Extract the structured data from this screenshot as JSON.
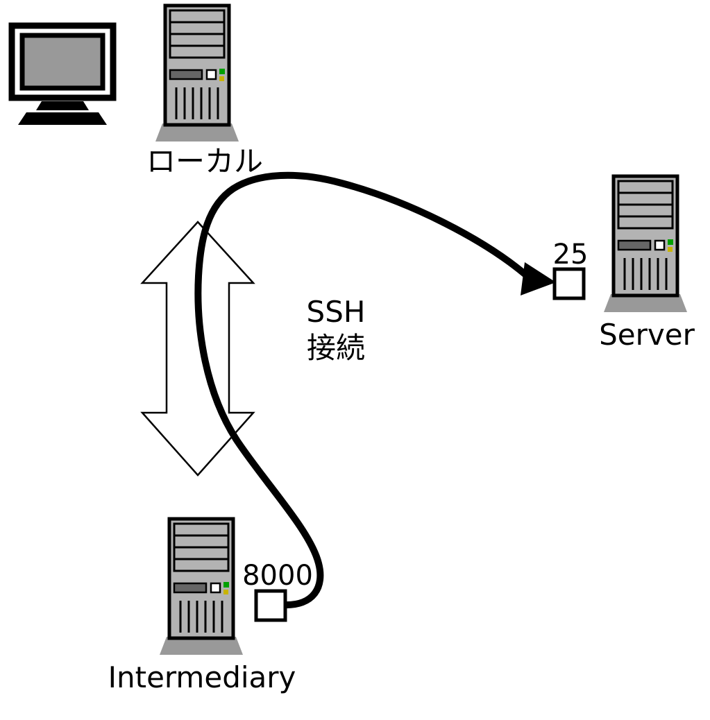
{
  "diagram": {
    "background": "#ffffff",
    "nodes": {
      "local": {
        "label": "ローカル"
      },
      "server": {
        "label": "Server",
        "port": "25"
      },
      "intermediary": {
        "label": "Intermediary",
        "port": "8000"
      }
    },
    "ssh_connection": {
      "line1": "SSH",
      "line2": "接続"
    },
    "colors": {
      "outline": "#000000",
      "tower_body": "#b3b3b3",
      "tower_base": "#999999",
      "monitor_screen": "#999999",
      "drive_slot": "#666666",
      "led_green": "#00a000",
      "led_yellow": "#c8b400",
      "arrow_fill": "#ffffff",
      "tunnel_line": "#000000"
    }
  }
}
